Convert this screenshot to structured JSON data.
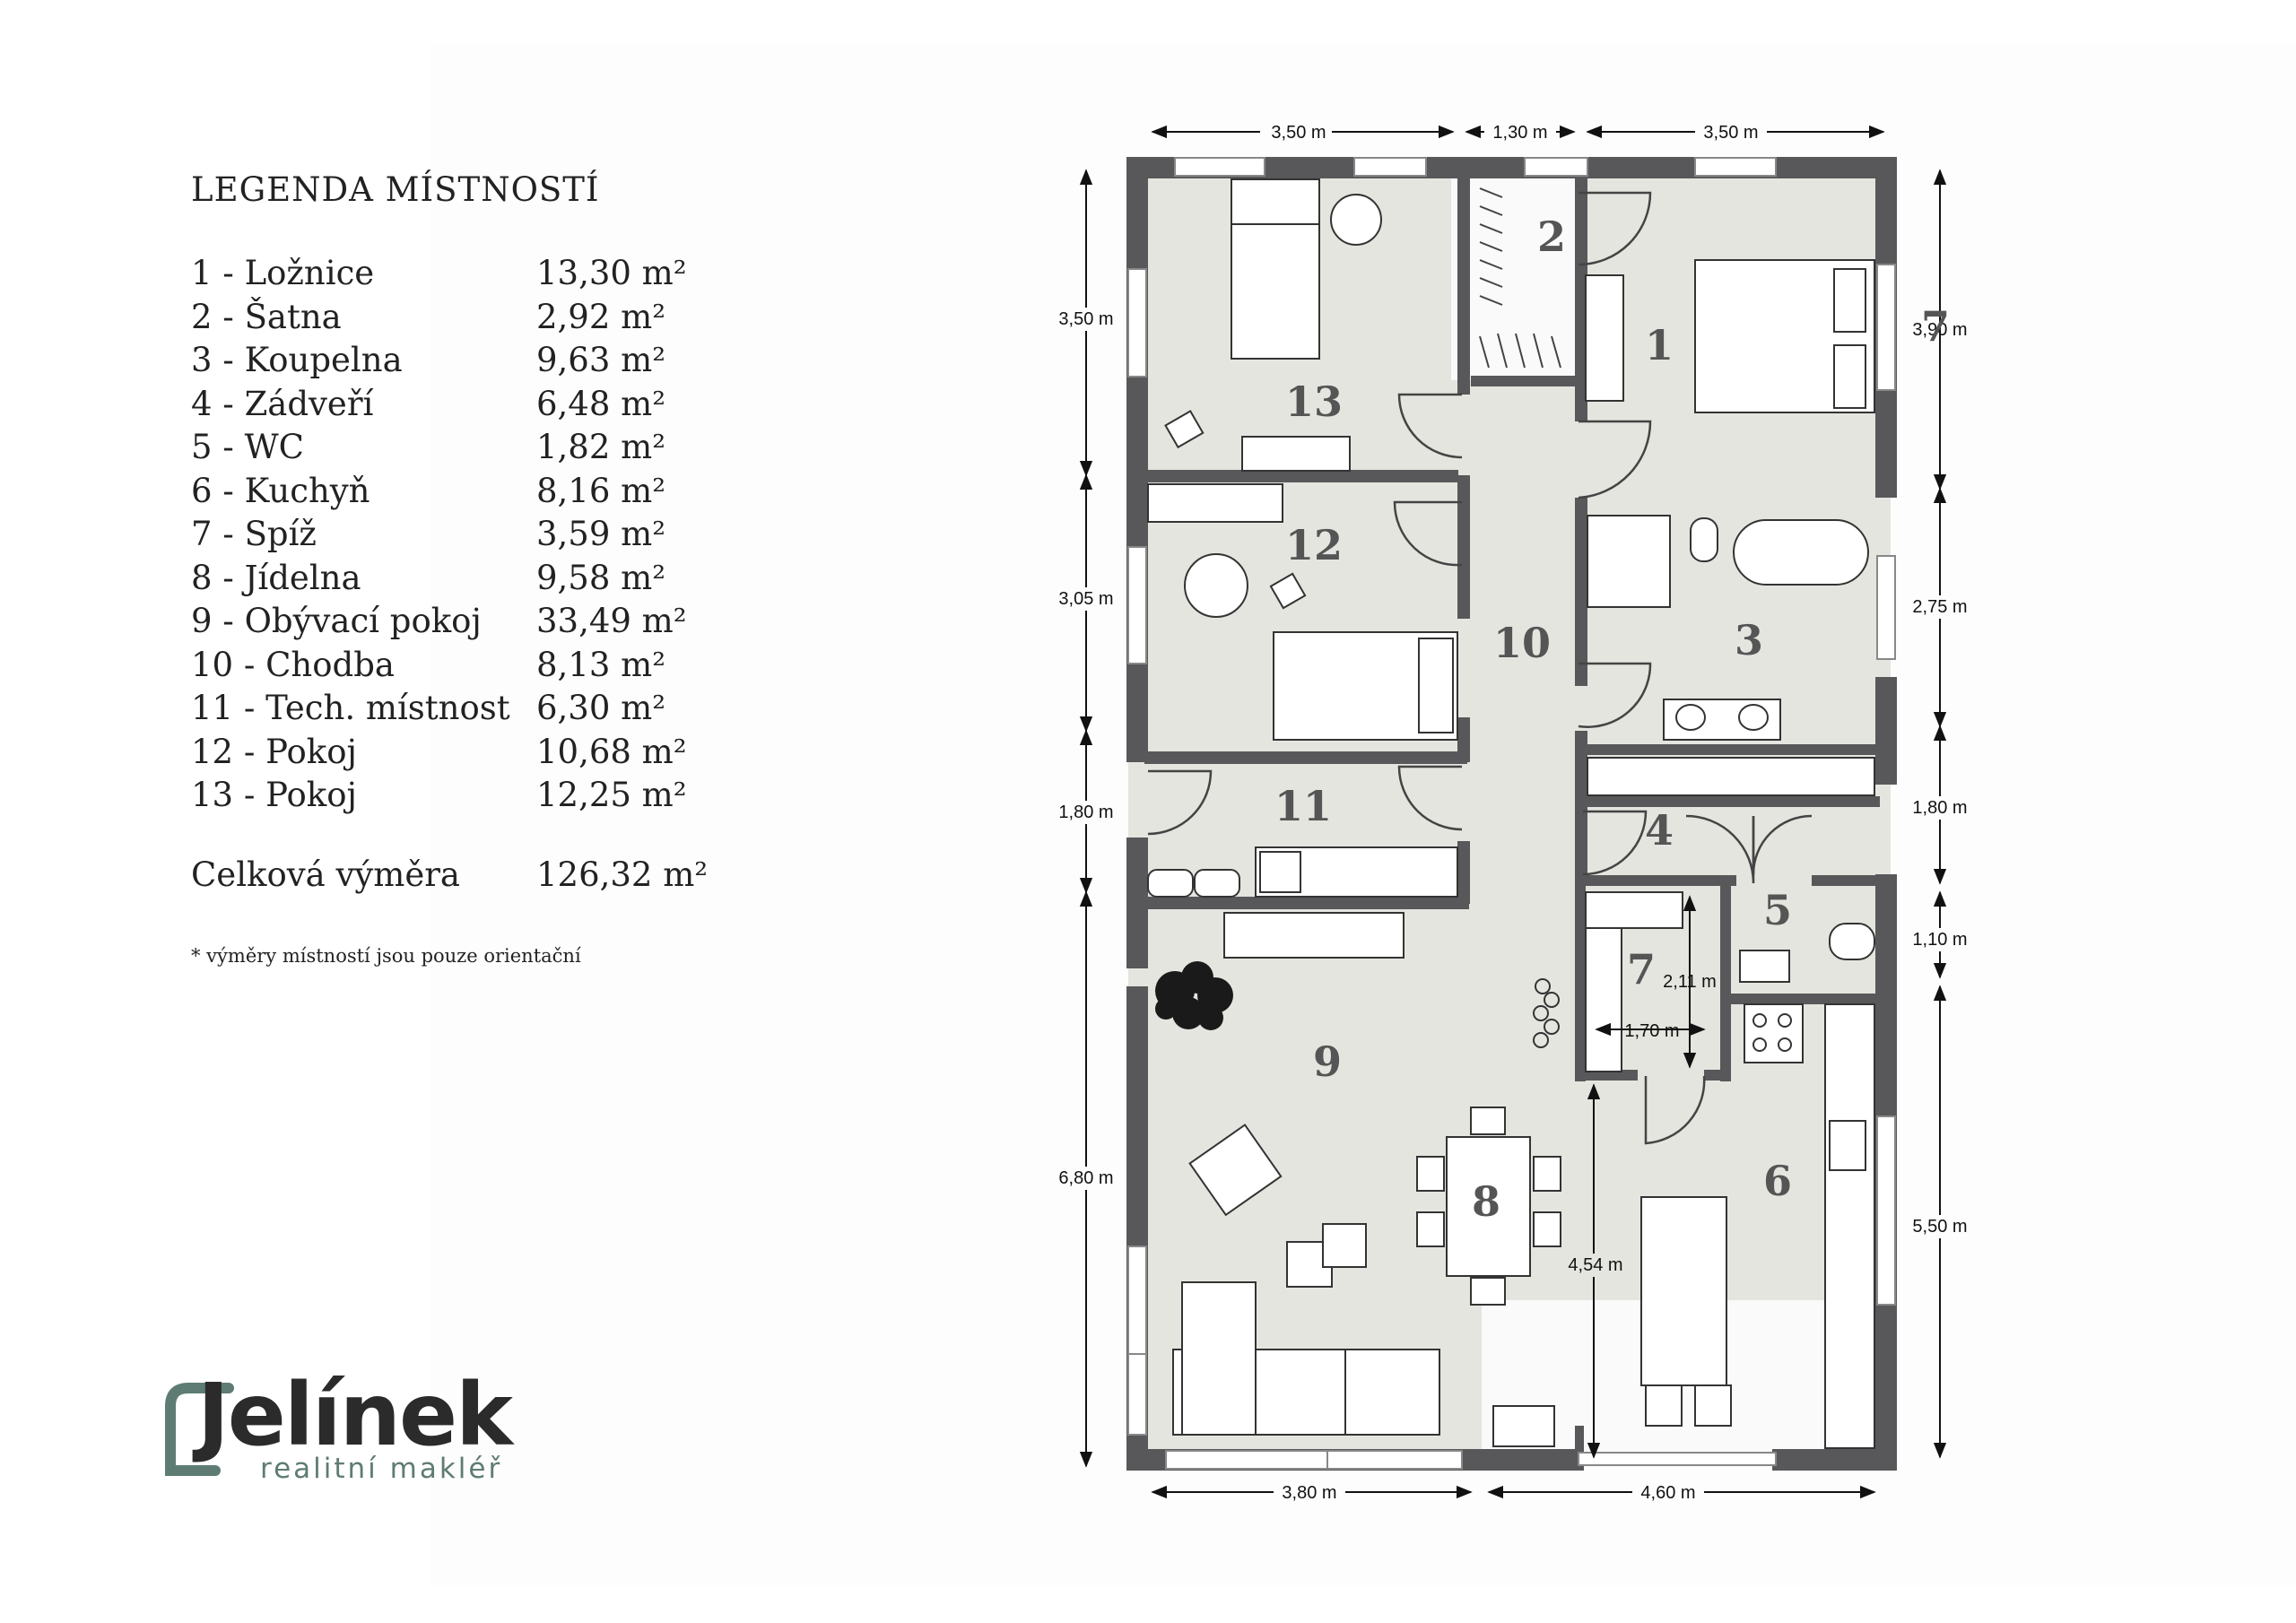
{
  "legend": {
    "title": "LEGENDA MÍSTNOSTÍ",
    "rooms": [
      {
        "name": "1 - Ložnice",
        "area": "13,30 m²"
      },
      {
        "name": "2 - Šatna",
        "area": "2,92 m²"
      },
      {
        "name": "3 - Koupelna",
        "area": "9,63 m²"
      },
      {
        "name": "4 - Zádveří",
        "area": "6,48 m²"
      },
      {
        "name": "5 - WC",
        "area": "1,82 m²"
      },
      {
        "name": "6 - Kuchyň",
        "area": "8,16 m²"
      },
      {
        "name": "7 - Spíž",
        "area": "3,59 m²"
      },
      {
        "name": "8 - Jídelna",
        "area": "9,58 m²"
      },
      {
        "name": "9 - Obývací pokoj",
        "area": "33,49 m²"
      },
      {
        "name": "10 - Chodba",
        "area": "8,13 m²"
      },
      {
        "name": "11 - Tech. místnost",
        "area": "6,30 m²"
      },
      {
        "name": "12 - Pokoj",
        "area": "10,68 m²"
      },
      {
        "name": "13 - Pokoj",
        "area": "12,25 m²"
      }
    ],
    "total_label": "Celková výměra",
    "total_area": "126,32 m²",
    "note": "*  výměry místností jsou pouze orientační"
  },
  "plan": {
    "room_numbers": {
      "r1": "1",
      "r2": "2",
      "r3": "3",
      "r4": "4",
      "r5": "5",
      "r6": "6",
      "r7": "7",
      "r8": "8",
      "r9": "9",
      "r10": "10",
      "r11": "11",
      "r12": "12",
      "r13": "13",
      "r7_edge": "7"
    },
    "dimensions": {
      "top_left": "3,50 m",
      "top_mid": "1,30 m",
      "top_right": "3,50 m",
      "left_1": "3,50 m",
      "left_2": "3,05 m",
      "left_3": "1,80 m",
      "left_4": "6,80 m",
      "right_1": "3,90 m",
      "right_2": "2,75 m",
      "right_3": "1,80 m",
      "right_4": "1,10 m",
      "right_5": "5,50 m",
      "bottom_left": "3,80 m",
      "bottom_right": "4,60 m",
      "pantry_h": "2,11 m",
      "pantry_w": "1,70 m",
      "kitchen_h": "4,54 m"
    },
    "colors": {
      "wall": "#58585a",
      "floor": "#e4e5df",
      "furniture_stroke": "#333333"
    }
  },
  "logo": {
    "brand": "Jelínek",
    "subtitle": "realitní makléř",
    "accent": "#5e7c74"
  }
}
